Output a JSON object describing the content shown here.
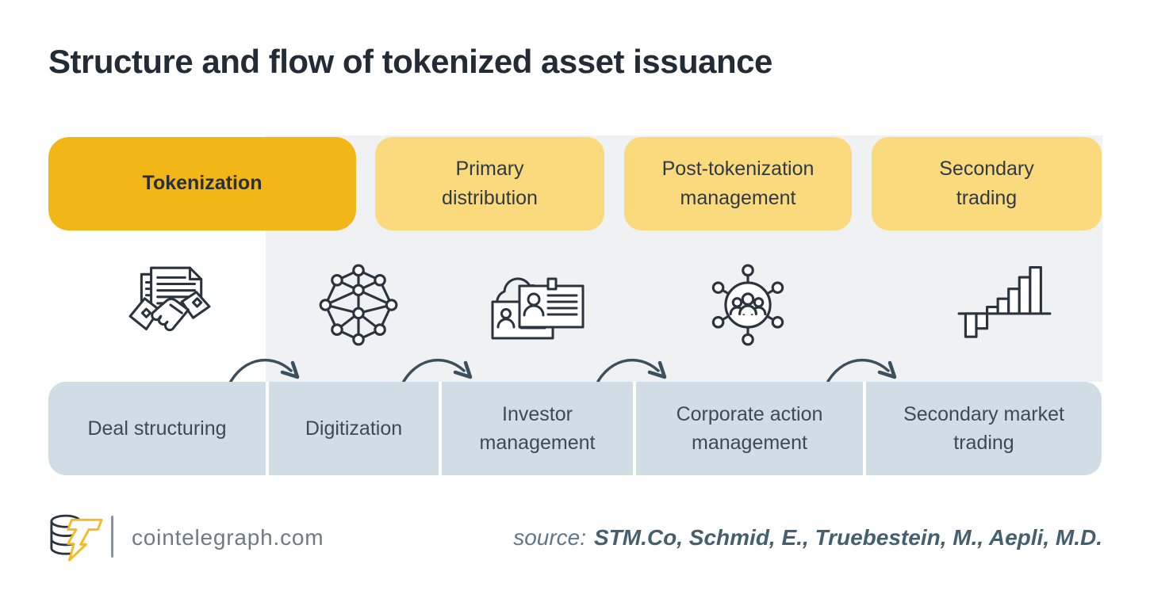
{
  "title": "Structure and flow of tokenized asset issuance",
  "stages": [
    {
      "label": "Tokenization",
      "emphasis": true
    },
    {
      "label": "Primary\ndistribution",
      "emphasis": false
    },
    {
      "label": "Post-tokenization\nmanagement",
      "emphasis": false
    },
    {
      "label": "Secondary\ntrading",
      "emphasis": false
    }
  ],
  "steps": [
    {
      "label": "Deal structuring",
      "icon": "handshake-documents-icon"
    },
    {
      "label": "Digitization",
      "icon": "network-nodes-icon"
    },
    {
      "label": "Investor\nmanagement",
      "icon": "id-cards-cloud-icon"
    },
    {
      "label": "Corporate action\nmanagement",
      "icon": "people-hub-icon"
    },
    {
      "label": "Secondary market\ntrading",
      "icon": "growth-bars-icon"
    }
  ],
  "footer": {
    "site": "cointelegraph.com",
    "source_label": "source:",
    "source_names": "STM.Co, Schmid, E., Truebestein, M., Aepli, M.D."
  },
  "colors": {
    "accent_gold": "#f2b616",
    "light_yellow": "#fbd97d",
    "panel_gray": "#f0f1f2",
    "step_blue": "#d1dde4",
    "ink_navy": "#2a343e",
    "arrow_slate": "#3c4f5c",
    "source_text": "#46606e",
    "footer_gray": "#6e7a84"
  }
}
